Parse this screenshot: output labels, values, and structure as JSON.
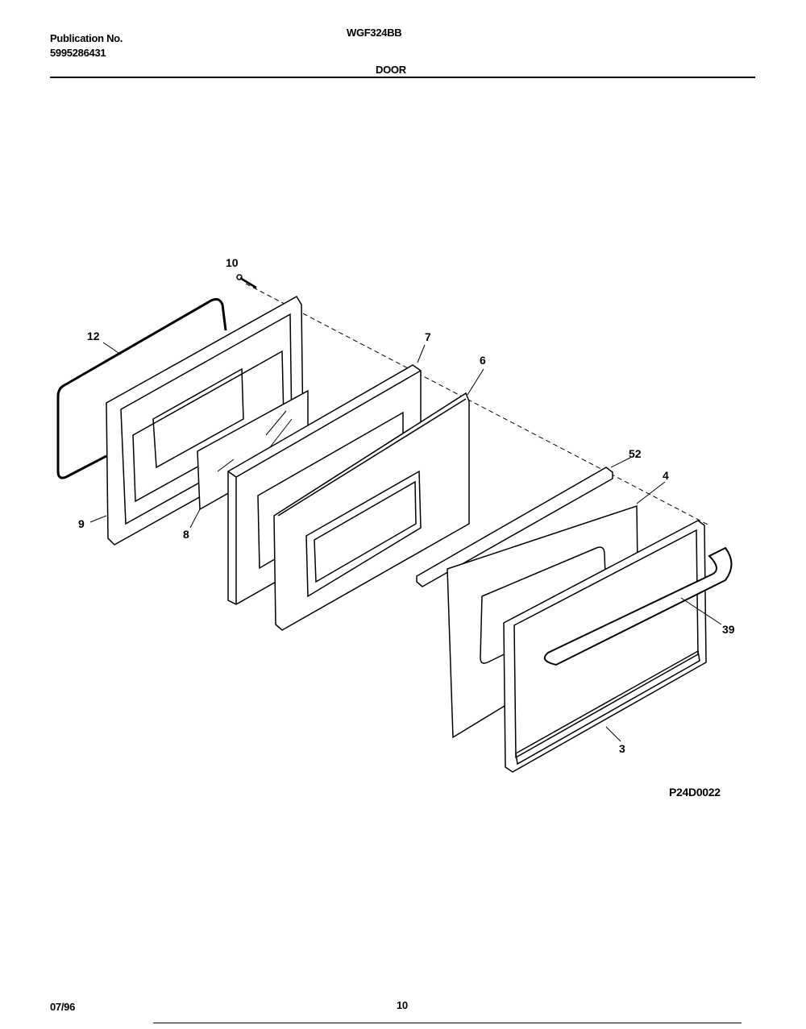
{
  "header": {
    "publication_label": "Publication No.",
    "publication_number": "5995286431",
    "model": "WGF324BB",
    "section": "DOOR"
  },
  "diagram": {
    "callouts": [
      "10",
      "12",
      "7",
      "6",
      "52",
      "4",
      "9",
      "8",
      "39",
      "3"
    ],
    "figure_id": "P24D0022"
  },
  "footer": {
    "date": "07/96",
    "page_number": "10"
  }
}
